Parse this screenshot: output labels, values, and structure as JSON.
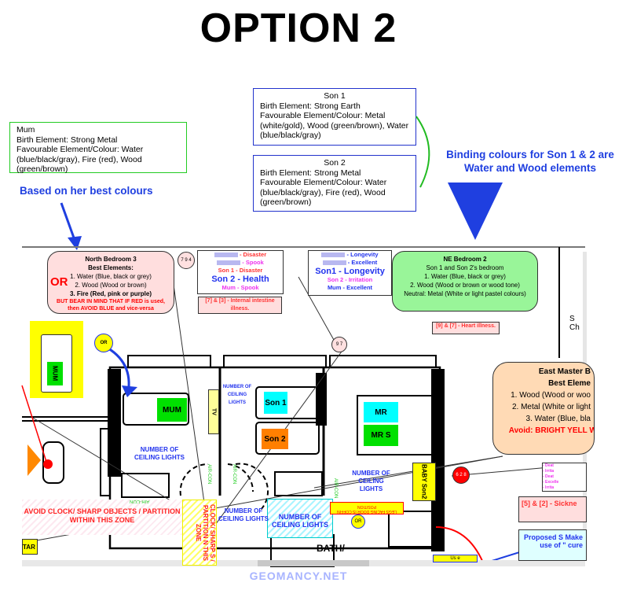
{
  "title": "OPTION 2",
  "mum_box": {
    "line1": "Mum",
    "line2": "Birth Element: Strong Metal",
    "line3": "Favourable Element/Colour: Water (blue/black/gray), Fire (red), Wood (green/brown)"
  },
  "son1_box": {
    "line1": "Son 1",
    "line2": "Birth Element: Strong Earth",
    "line3": "Favourable Element/Colour: Metal (white/gold), Wood (green/brown), Water (blue/black/gray)"
  },
  "son2_box": {
    "line1": "Son 2",
    "line2": "Birth Element: Strong Metal",
    "line3": "Favourable Element/Colour: Water (blue/black/gray), Fire (red), Wood (green/brown)"
  },
  "notes": {
    "mum": "Based on her best colours",
    "binding": "Binding colours for Son 1 & 2 are Water and Wood elements"
  },
  "north_bedroom": {
    "title": "North Bedroom 3",
    "subtitle": "Best Elements:",
    "or": "OR",
    "items": [
      "1. Water (Blue, black or grey)",
      "2. Wood (Wood  or brown)",
      "3. Fire (Red, pink or purple)"
    ],
    "warning": "BUT BEAR IN MIND THAT IF RED is used, then AVOID BLUE and vice-versa"
  },
  "star_79": {
    "label": "7 9 4"
  },
  "star_97": {
    "label": "9 7"
  },
  "star_628": {
    "label": "6 2 8"
  },
  "box_health": {
    "l1": "- Disaster",
    "l2": "- Spook",
    "l3": "Son 1 - Disaster",
    "l4": "Son 2 -  Health",
    "l5": "Mum - Spook",
    "illness": "[7] & [3] - Internal intestine illness."
  },
  "box_longevity": {
    "l1": "- Longevity",
    "l2": "- Excellent",
    "l3": "Son1 -  Longevity",
    "l4": "Son 2 - Irritation",
    "l5": "Mum - Excellent"
  },
  "ne_bedroom": {
    "title": "NE Bedroom 2",
    "subtitle": "Son 1 and Son 2's bedroom",
    "items": [
      "1. Water (Blue, black or grey)",
      "2. Wood (Wood  or brown or wood tone)",
      "Neutral: Metal (White or light pastel colours)"
    ],
    "illness": "[9] & [7] - Heart illness."
  },
  "east_master": {
    "title": "East Master B",
    "subtitle": "Best Eleme",
    "items": [
      "1. Wood (Wood  or woo",
      "2. Metal (White or light",
      "3. Water (Blue, bla"
    ],
    "warning": "Avoid: BRIGHT YELL WHITE LIGHTS ELSE C",
    "illness": "[5] & [2] - Sickne",
    "proposed": "Proposed S Make use of \" cure",
    "mini": [
      "- Deat",
      "- Irrita",
      "- Deat",
      "- Excelle",
      "- Irrita"
    ]
  },
  "right_edge": {
    "s": "S",
    "ch": "Ch"
  },
  "plan": {
    "mum": "MUM",
    "mum_small": "MUM",
    "tv": "TV",
    "son1": "Son 1",
    "son2": "Son 2",
    "mr": "MR",
    "mrs": "MR S",
    "baby": "BABY Son2",
    "or_small": "OR",
    "or_small2": "OR",
    "ceiling": "NUMBER OF CEILING LIGHTS",
    "ceiling_small": "NUMBER OF CEILING LIGHTS",
    "aircon": "AIR-CON",
    "avoid_zone": "AVOID CLOCK/ SHARP OBJECTS / PARTITION WITHIN THIS ZONE",
    "avoid_vert": "CLOCK/ SHARP S / PARTITION N THIS ZONE",
    "bath": "BATH/",
    "star": "TAR",
    "use": "Us e",
    "arrow_note": "LEGS FACING DOOR IS COFFIN POSITION"
  },
  "footer": "GEOMANCY.NET",
  "colors": {
    "accent_blue": "#1f3fe0",
    "green": "#00e000",
    "cyan": "#00ffff",
    "orange": "#ff7f00",
    "yellow": "#ffff00",
    "red": "#ff0000"
  }
}
